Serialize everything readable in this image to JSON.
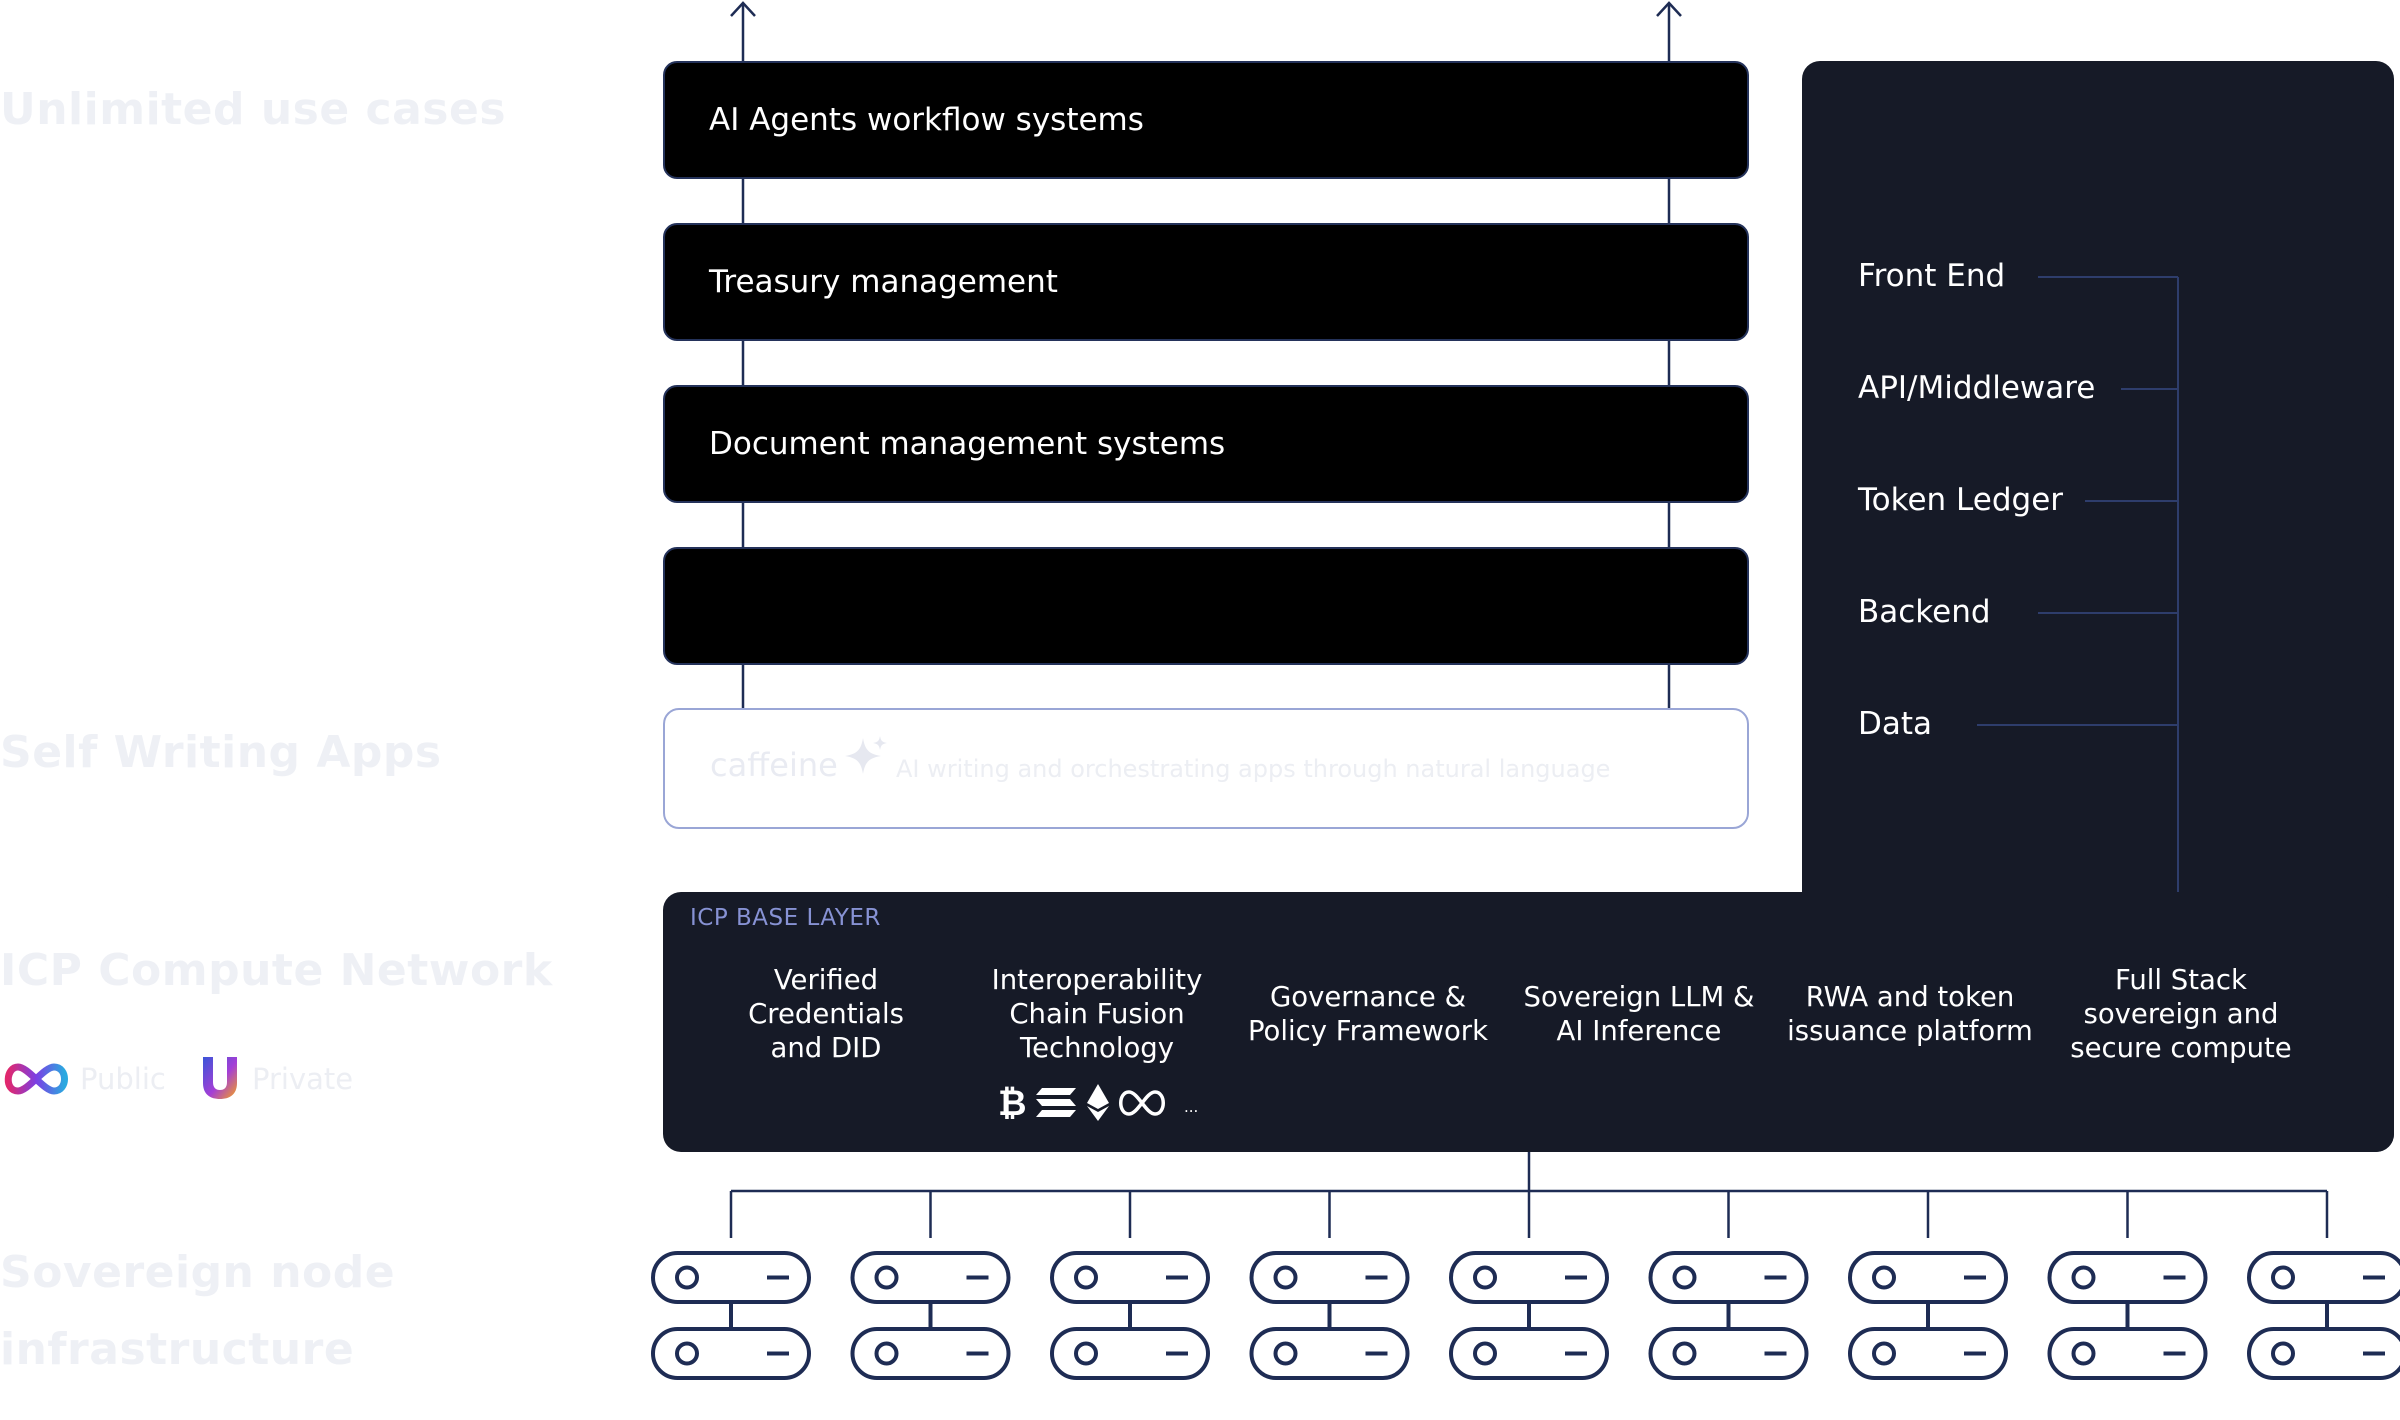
{
  "sections": {
    "unlimited_use_cases": "Unlimited use cases",
    "self_writing_apps": "Self Writing Apps",
    "icp_compute_network": "ICP Compute Network",
    "sovereign_node_infrastructure_line1": "Sovereign node",
    "sovereign_node_infrastructure_line2": "infrastructure"
  },
  "network_legend": {
    "public": "Public",
    "private": "Private"
  },
  "use_cases": [
    "AI Agents workflow systems",
    "Treasury management",
    "Document management systems",
    ""
  ],
  "caffeine": {
    "brand": "caffeine",
    "description": "AI writing and orchestrating apps through natural language"
  },
  "full_stack": [
    "Front End",
    "API/Middleware",
    "Token Ledger",
    "Backend",
    "Data"
  ],
  "base_layer": {
    "title": "ICP BASE LAYER",
    "capabilities": [
      [
        "Verified",
        "Credentials",
        "and DID"
      ],
      [
        "Interoperability",
        "Chain Fusion",
        "Technology"
      ],
      [
        "Governance &",
        "Policy Framework"
      ],
      [
        "Sovereign LLM &",
        "AI Inference"
      ],
      [
        "RWA and token",
        "issuance platform"
      ],
      [
        "Full Stack",
        "sovereign and",
        "secure compute"
      ]
    ],
    "chain_icons": [
      "bitcoin-icon",
      "solana-icon",
      "ethereum-icon",
      "icp-infinity-icon"
    ],
    "chain_more": "..."
  },
  "node_count": 9,
  "colors": {
    "dark_panel": "#161a27",
    "line": "#1e2c54",
    "accent_purple": "#8792d4",
    "faint_text": "#eef0f5"
  }
}
